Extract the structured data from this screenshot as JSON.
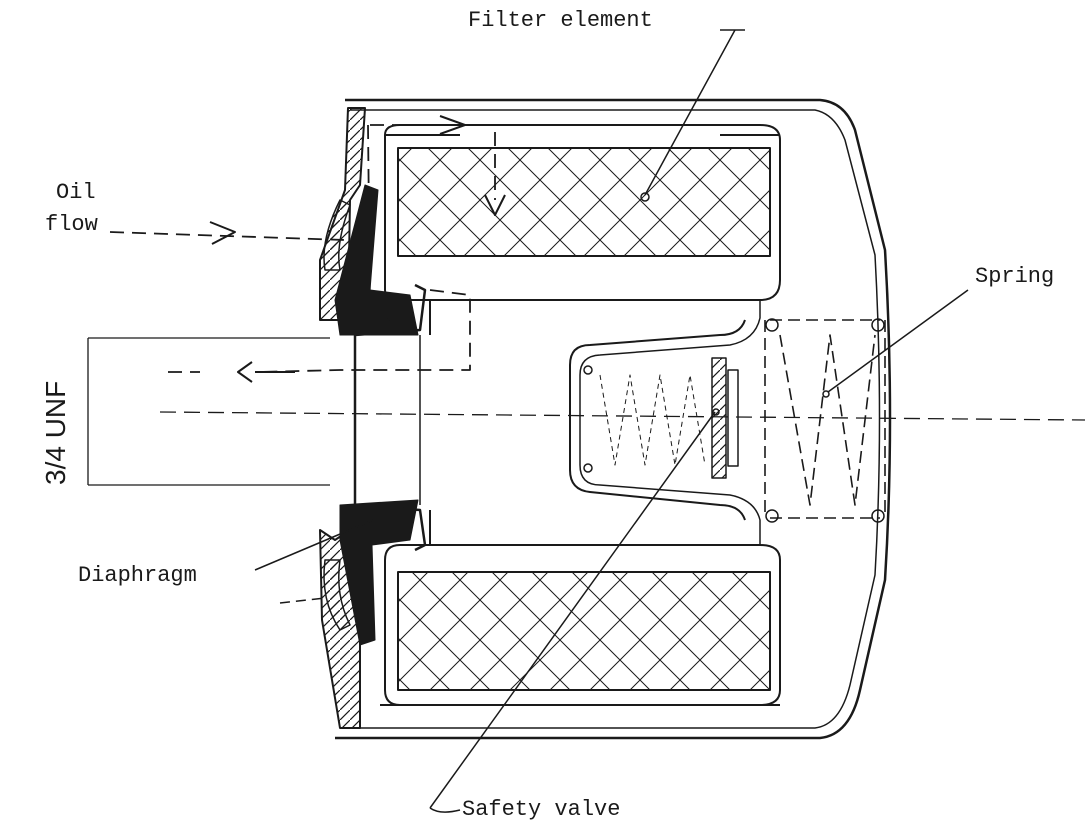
{
  "labels": {
    "filter_element": "Filter element",
    "oil_flow_line1": "Oil",
    "oil_flow_line2": "flow",
    "spring": "Spring",
    "diaphragm": "Diaphragm",
    "safety_valve": "Safety valve",
    "thread_size": "3/4 UNF"
  },
  "colors": {
    "ink": "#1a1a1a",
    "paper": "#ffffff"
  }
}
